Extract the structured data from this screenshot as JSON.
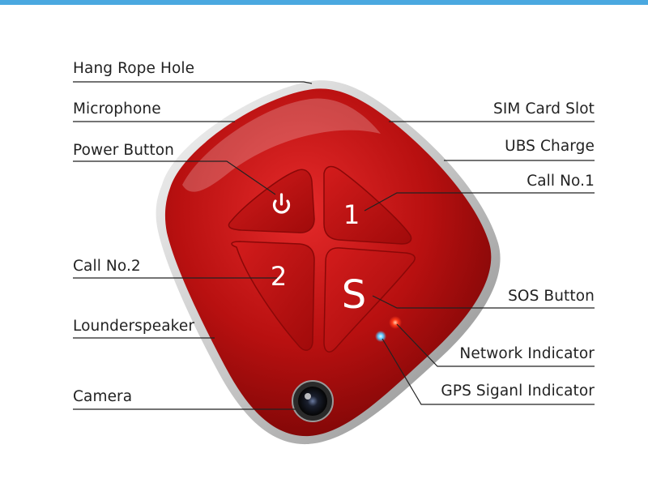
{
  "colors": {
    "accent_bar": "#4aa8e0",
    "device_red": "#c41414",
    "leader_line": "#222222",
    "network_led": "#ff3b1a",
    "gps_led": "#5ac8ff"
  },
  "device": {
    "buttons": {
      "power_icon": "power-icon",
      "call1": "1",
      "call2": "2",
      "sos": "S"
    }
  },
  "labels": {
    "hang_rope_hole": "Hang Rope Hole",
    "microphone": "Microphone",
    "power_button": "Power Button",
    "call_no2": "Call No.2",
    "lounderspeaker": "Lounderspeaker",
    "camera": "Camera",
    "sim_card_slot": "SIM Card Slot",
    "ubs_charge": "UBS Charge",
    "call_no1": "Call No.1",
    "sos_button": "SOS Button",
    "network_indicator": "Network Indicator",
    "gps_indicator": "GPS Siganl Indicator"
  }
}
